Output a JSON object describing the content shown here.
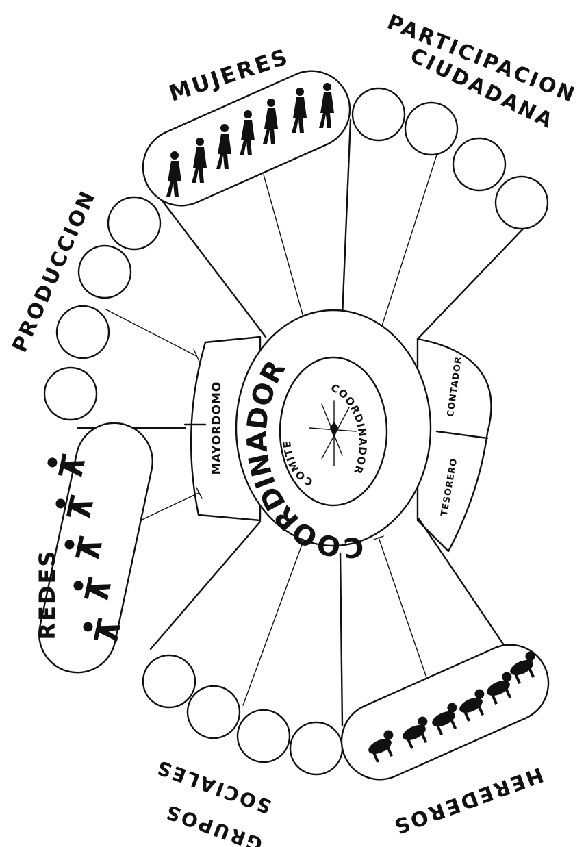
{
  "groups": {
    "mujeres": "MUJERES",
    "participacion_line1": "PARTICIPACION",
    "participacion_line2": "CIUDADANA",
    "produccion": "PRODUCCION",
    "redes": "REDES",
    "grupos_line1": "GRUPOS",
    "grupos_line2": "SOCIALES",
    "herederos": "HEREDEROS"
  },
  "roles": {
    "mayordomo": "MAYORDOMO",
    "contador": "CONTADOR",
    "tesorero": "TESORERO"
  },
  "center": {
    "ring_word": "COORDINADOR",
    "inner_line1": "COMITE",
    "inner_line2": "COORDINADOR"
  },
  "icons": {
    "mujeres_figures": "walking-woman-icon",
    "redes_figures": "linked-people-icon",
    "herederos_figures": "animal-icon"
  }
}
